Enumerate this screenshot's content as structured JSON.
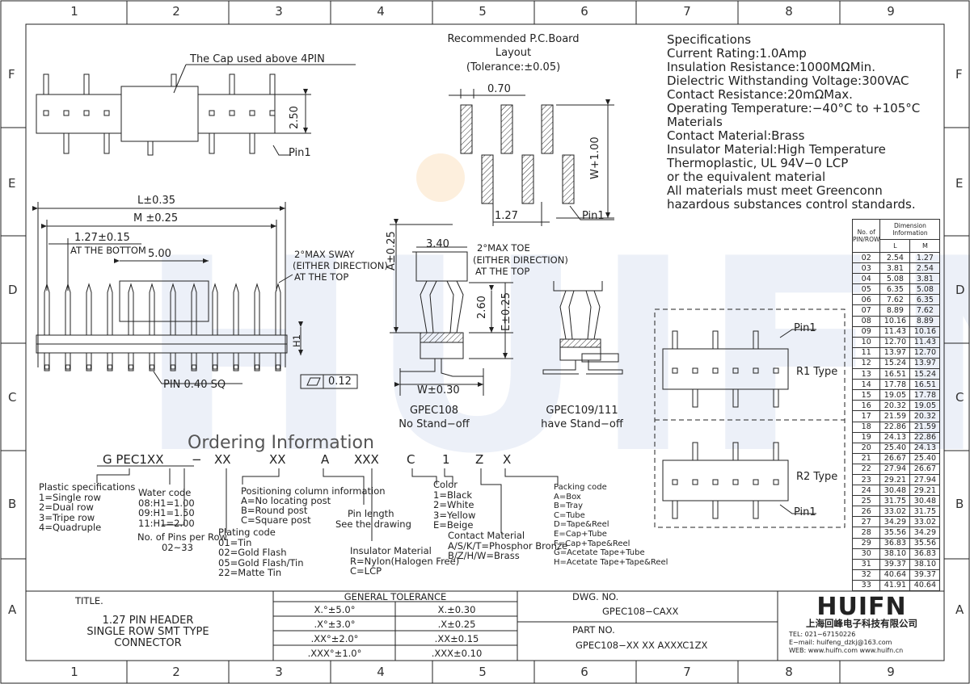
{
  "grid": {
    "columns": [
      "1",
      "2",
      "3",
      "4",
      "5",
      "6",
      "7",
      "8",
      "9"
    ],
    "rows": [
      "F",
      "E",
      "D",
      "C",
      "B",
      "A"
    ]
  },
  "watermark": "HUIFN",
  "top_view": {
    "cap_note": "The Cap used above 4PIN",
    "height_dim": "2.50",
    "pin1": "Pin1"
  },
  "pcb_layout": {
    "title1": "Recommended P.C.Board",
    "title2": "Layout",
    "tolerance": "(Tolerance:±0.05)",
    "width_dim": "0.70",
    "height_dim": "W+1.00",
    "pitch_dim": "1.27",
    "pin1": "Pin1"
  },
  "specifications": {
    "lines": [
      "Specifications",
      "Current Rating:1.0Amp",
      "Insulation Resistance:1000MΩMin.",
      "Dielectric Withstanding Voltage:300VAC",
      "Contact Resistance:20mΩMax.",
      "Operating Temperature:−40°C to +105°C",
      "Materials",
      "Contact Material:Brass",
      "Insulator Material:High Temperature",
      "Thermoplastic, UL 94V−0 LCP",
      "or the equivalent material",
      "All materials must meet Greenconn",
      "hazardous substances control standards."
    ]
  },
  "front_view": {
    "l_dim": "L±0.35",
    "m_dim": "M ±0.25",
    "pitch_dim": "1.27±0.15",
    "pitch_note": "AT THE BOTTOM",
    "cap_dim": "5.00",
    "sway1": "2°MAX SWAY",
    "sway2": "(EITHER DIRECTION)",
    "sway3": "AT THE TOP",
    "h1": "H1",
    "pin_sq": "PIN 0.40 SQ",
    "flatness": "0.12"
  },
  "side_view": {
    "a_dim": "A±0.25",
    "w_top": "3.40",
    "toe1": "2°MAX TOE",
    "toe2": "(EITHER DIRECTION)",
    "toe3": "AT THE TOP",
    "d_260": "2.60",
    "e_dim": "E±0.25",
    "w_bottom": "W±0.30",
    "label_a1": "GPEC108",
    "label_a2": "No Stand−off",
    "label_b1": "GPEC109/111",
    "label_b2": "have Stand−off"
  },
  "types": {
    "pin1_top": "Pin1",
    "r1": "R1 Type",
    "r2": "R2 Type",
    "pin1_bottom": "Pin1"
  },
  "dimension_table": {
    "header_pin": [
      "No. of",
      "PIN/ROW"
    ],
    "header_info": "Dimension Information",
    "col_l": "L",
    "col_m": "M",
    "rows": [
      [
        "02",
        "2.54",
        "1.27"
      ],
      [
        "03",
        "3.81",
        "2.54"
      ],
      [
        "04",
        "5.08",
        "3.81"
      ],
      [
        "05",
        "6.35",
        "5.08"
      ],
      [
        "06",
        "7.62",
        "6.35"
      ],
      [
        "07",
        "8.89",
        "7.62"
      ],
      [
        "08",
        "10.16",
        "8.89"
      ],
      [
        "09",
        "11.43",
        "10.16"
      ],
      [
        "10",
        "12.70",
        "11.43"
      ],
      [
        "11",
        "13.97",
        "12.70"
      ],
      [
        "12",
        "15.24",
        "13.97"
      ],
      [
        "13",
        "16.51",
        "15.24"
      ],
      [
        "14",
        "17.78",
        "16.51"
      ],
      [
        "15",
        "19.05",
        "17.78"
      ],
      [
        "16",
        "20.32",
        "19.05"
      ],
      [
        "17",
        "21.59",
        "20.32"
      ],
      [
        "18",
        "22.86",
        "21.59"
      ],
      [
        "19",
        "24.13",
        "22.86"
      ],
      [
        "20",
        "25.40",
        "24.13"
      ],
      [
        "21",
        "26.67",
        "25.40"
      ],
      [
        "22",
        "27.94",
        "26.67"
      ],
      [
        "23",
        "29.21",
        "27.94"
      ],
      [
        "24",
        "30.48",
        "29.21"
      ],
      [
        "25",
        "31.75",
        "30.48"
      ],
      [
        "26",
        "33.02",
        "31.75"
      ],
      [
        "27",
        "34.29",
        "33.02"
      ],
      [
        "28",
        "35.56",
        "34.29"
      ],
      [
        "29",
        "36.83",
        "35.56"
      ],
      [
        "30",
        "38.10",
        "36.83"
      ],
      [
        "31",
        "39.37",
        "38.10"
      ],
      [
        "32",
        "40.64",
        "39.37"
      ],
      [
        "33",
        "41.91",
        "40.64"
      ]
    ]
  },
  "ordering": {
    "title": "Ordering Information",
    "code": [
      "G PEC1XX",
      "−",
      "XX",
      "XX",
      "A",
      "XXX",
      "C",
      "1",
      "Z",
      "X"
    ],
    "plastic": [
      "Plastic specifications",
      "1=Single row",
      "2=Dual row",
      "3=Tripe row",
      "4=Quadruple"
    ],
    "water": [
      "Water code",
      "08:H1=1.00",
      "09:H1=1.50",
      "11:H1=2.00"
    ],
    "pins": [
      "No. of Pins per Row",
      "02~33"
    ],
    "position": [
      "Positioning column information",
      "A=No locating post",
      "B=Round post",
      "C=Square post"
    ],
    "plating": [
      "Plating code",
      "01=Tin",
      "02=Gold Flash",
      "05=Gold Flash/Tin",
      "22=Matte Tin"
    ],
    "pinlen": [
      "Pin length",
      "See the drawing"
    ],
    "insulator": [
      "Insulator Material",
      "R=Nylon(Halogen Free)",
      "C=LCP"
    ],
    "color": [
      "Color",
      "1=Black",
      "2=White",
      "3=Yellow",
      "E=Beige"
    ],
    "contact": [
      "Contact Material",
      "A/S/K/T=Phosphor Bronze",
      "B/Z/H/W=Brass"
    ],
    "packing": [
      "Packing code",
      "A=Box",
      "B=Tray",
      "C=Tube",
      "D=Tape&Reel",
      "E=Cap+Tube",
      "F=Cap+Tape&Reel",
      "G=Acetate Tape+Tube",
      "H=Acetate Tape+Tape&Reel"
    ]
  },
  "title_block": {
    "title_label": "TITLE.",
    "title_lines": [
      "1.27 PIN HEADER",
      "SINGLE ROW SMT TYPE",
      "CONNECTOR"
    ],
    "tol_header": "GENERAL TOLERANCE",
    "tol_rows": [
      [
        "X.°±5.0°",
        "X.±0.30"
      ],
      [
        ".X°±3.0°",
        ".X±0.25"
      ],
      [
        ".XX°±2.0°",
        ".XX±0.15"
      ],
      [
        ".XXX°±1.0°",
        ".XXX±0.10"
      ]
    ],
    "dwg_label": "DWG. NO.",
    "dwg_no": "GPEC108−CAXX",
    "part_label": "PART NO.",
    "part_no": "GPEC108−XX XX AXXXC1ZX",
    "logo": "HUIFN",
    "company": "上海回峰电子科技有限公司",
    "tel": "TEL: 021−67150226",
    "email": "E−mail: huifeng_dzkj@163.com",
    "web": "WEB: www.huifn.com  www.huifn.cn"
  },
  "colors": {
    "line": "#222222",
    "hatch": "#333333",
    "watermark": "#466ebe",
    "accent": "#f4a640"
  }
}
